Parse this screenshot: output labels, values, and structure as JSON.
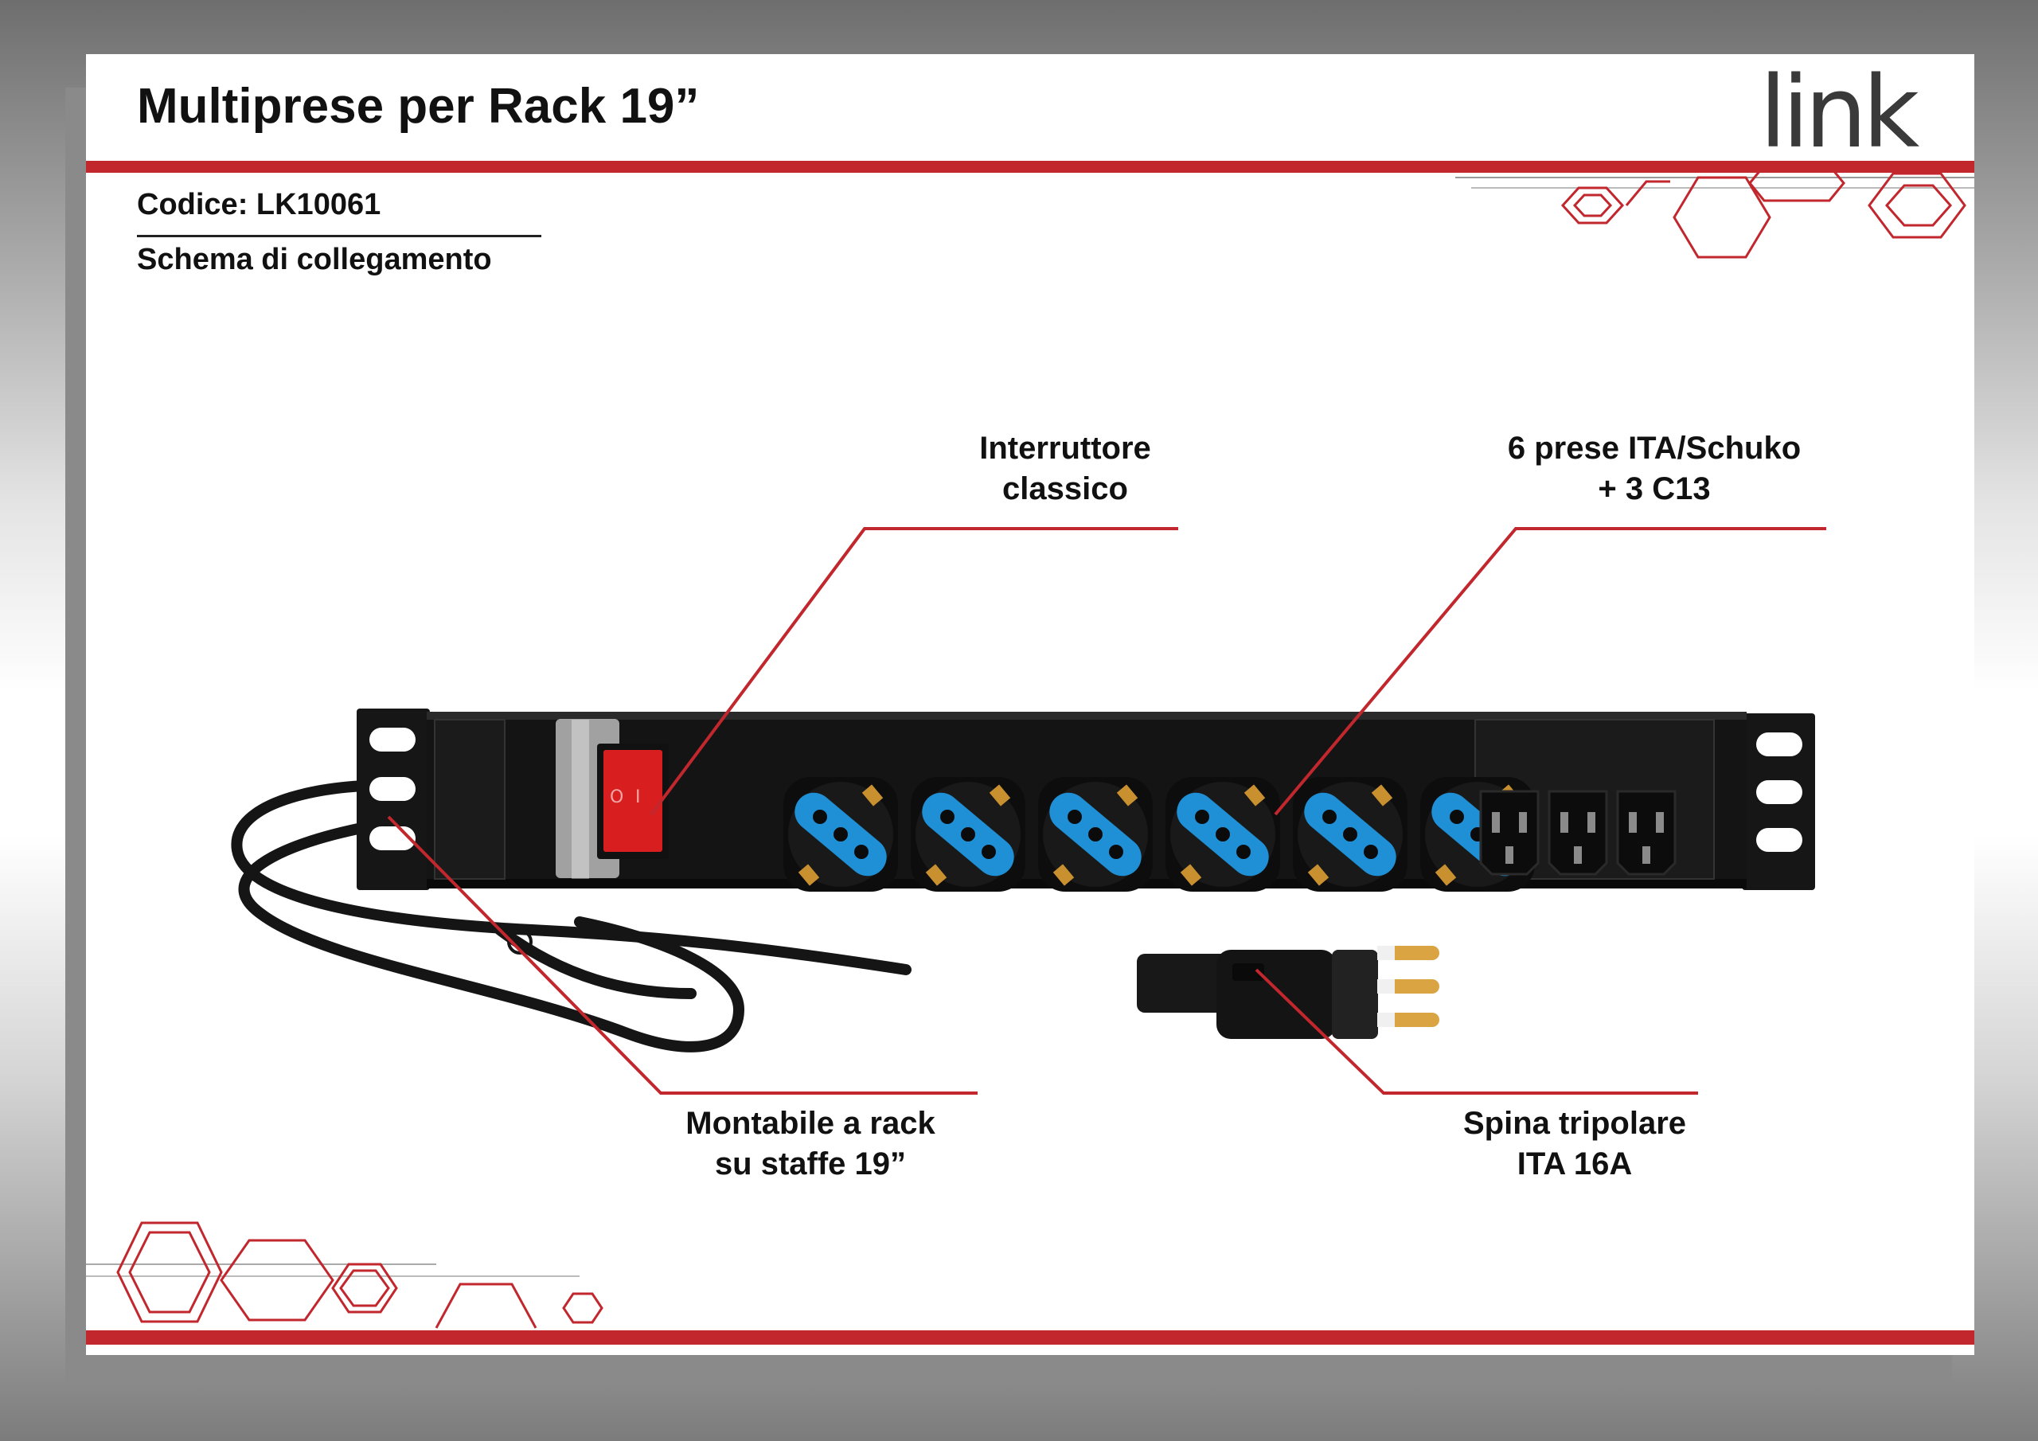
{
  "header": {
    "title": "Multiprese per Rack 19”",
    "brand_logo_text": "link"
  },
  "info": {
    "code_line": "Codice: LK10061",
    "section": "Schema di collegamento"
  },
  "callouts": {
    "switch": {
      "line1": "Interruttore",
      "line2": "classico"
    },
    "sockets": {
      "line1": "6 prese ITA/Schuko",
      "line2": "+ 3 C13"
    },
    "rack": {
      "line1": "Montabile a rack",
      "line2": "su staffe 19”"
    },
    "plug": {
      "line1": "Spina tripolare",
      "line2": "ITA 16A"
    }
  },
  "product": {
    "universal_socket_count": 6,
    "c13_socket_count": 3,
    "switch_marks": [
      "O",
      "I"
    ]
  },
  "colors": {
    "accent_red": "#c1272d",
    "socket_blue": "#1f8fd6",
    "strip_black": "#141414",
    "switch_red": "#d81e1e",
    "logo_gray": "#3a3a3a"
  }
}
